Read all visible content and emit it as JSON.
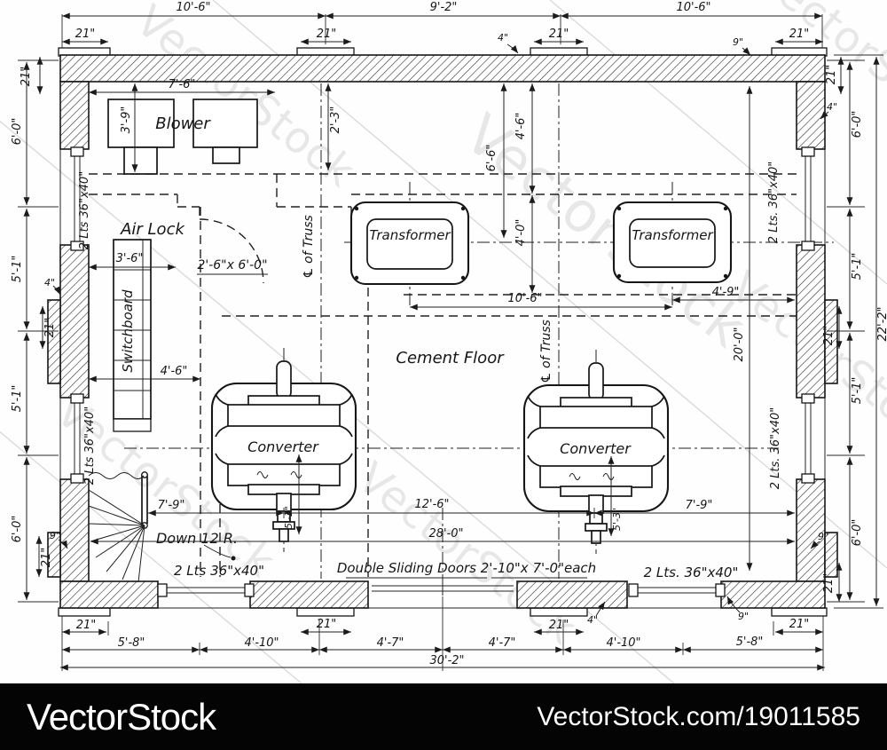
{
  "watermark": {
    "text": "VectorStock"
  },
  "footer": {
    "brand": "VectorStock",
    "url": "VectorStock.com/19011585"
  },
  "colors": {
    "ink": "#161616",
    "paper": "#fefefe",
    "watermark": "#c9c9c9",
    "footer_bg": "#040404",
    "footer_fg": "#ffffff"
  },
  "rooms": {
    "blower": "Blower",
    "air_lock": "Air Lock",
    "switchboard": "Switchboard",
    "cement_floor": "Cement Floor",
    "transformer": "Transformer",
    "converter": "Converter"
  },
  "notes": {
    "stairs": "Down 12 R.",
    "doors": "Double Sliding Doors 2'-10\"x 7'-0\"each",
    "lights_a": "2 Lts 36\"x40\"",
    "lights_b": "2 Lts. 36\"x40\"",
    "truss": "℄ of Truss"
  },
  "dims": {
    "top": [
      "10'-6\"",
      "9'-2\"",
      "10'-6\""
    ],
    "bottom": [
      "5'-8\"",
      "4'-10\"",
      "4'-7\"",
      "4'-7\"",
      "4'-10\"",
      "5'-8\""
    ],
    "bottom_total": "30'-2\"",
    "left": [
      "6'-0\"",
      "5'-1\"",
      "5'-1\"",
      "6'-0\""
    ],
    "right": [
      "6'-0\"",
      "5'-1\"",
      "5'-1\"",
      "6'-0\""
    ],
    "right_total": "22'-2\"",
    "room_depth": "20'-0\"",
    "pilaster": "21\"",
    "small_4": "4\"",
    "small_9": "9\"",
    "blower_w": "7'-6\"",
    "blower_h": "3'-9\"",
    "airlock_offset": "2'-3\"",
    "airlock_door": "2'-6\"x 6'-0\"",
    "sw_a": "3'-6\"",
    "sw_b": "4'-6\"",
    "truss_a": "6'-6\"",
    "truss_b": "4'-6\"",
    "truss_c": "4'-0\"",
    "transformer_cc": "10'-6\"",
    "transformer_wall": "4'-9\"",
    "conv_shaft": "5'-3\"",
    "conv_wall": "7'-9\"",
    "conv_cc": "12'-6\"",
    "doors_span": "28'-0\""
  }
}
